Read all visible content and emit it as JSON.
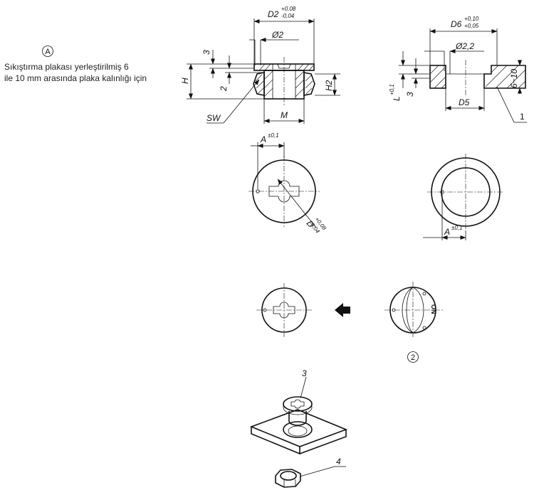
{
  "note": {
    "marker": "A",
    "lines": [
      "Sıkıştırma plakası yerleştirilmiş 6",
      "ile 10 mm arasında plaka kalınlığı için"
    ]
  },
  "left_section": {
    "d2": "D2",
    "d2_tol_upper": "+0,08",
    "d2_tol_lower": "-0,04",
    "o2": "Ø2",
    "h": "H",
    "three": "3",
    "two": "2",
    "h2": "H2",
    "sw": "SW",
    "m": "M"
  },
  "right_section": {
    "d6": "D6",
    "d6_tol_upper": "+0,10",
    "d6_tol_lower": "+0,05",
    "o22": "Ø2,2",
    "l": "L",
    "l_tol": "+0,1",
    "three": "3",
    "d5": "D5",
    "thickness": "6~10",
    "callout_1": "1"
  },
  "left_plan": {
    "a": "A",
    "a_tol": "±0,1",
    "d": "D",
    "d_tol_upper": "+0,08",
    "d_tol_lower": "-0,04"
  },
  "right_plan": {
    "a": "A",
    "a_tol": "±0,1"
  },
  "key_view": {
    "callout_2": "2",
    "on_text": "ON"
  },
  "assembly": {
    "callout_3": "3",
    "callout_4": "4"
  }
}
